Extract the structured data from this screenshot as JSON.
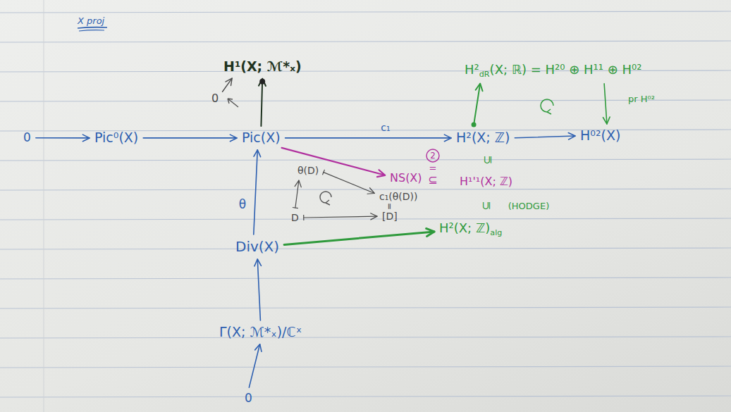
{
  "diagram": {
    "title": "X proj",
    "nodes": [
      {
        "text": [
          "H¹(X; ℳ*ₓ)"
        ]
      },
      {
        "text": [
          "0"
        ]
      },
      {
        "text": [
          "H²",
          "dR",
          "(X; ℝ) = H²⁰ ⊕ H¹¹ ⊕ H⁰²"
        ]
      },
      {
        "text": [
          "0"
        ]
      },
      {
        "text": [
          "Pic⁰(X)"
        ]
      },
      {
        "text": [
          "Pic(X)"
        ]
      },
      {
        "text": [
          "H²(X; ℤ)"
        ]
      },
      {
        "text": [
          "H⁰²(X)"
        ]
      },
      {
        "text": [
          "NS(X)"
        ]
      },
      {
        "text": [
          "H¹'¹(X; ℤ)"
        ]
      },
      {
        "text": [
          "θ(D)"
        ]
      },
      {
        "text": [
          "c₁(θ(D))"
        ]
      },
      {
        "text": [
          "[D]"
        ]
      },
      {
        "text": [
          "D"
        ]
      },
      {
        "text": [
          "Div(X)"
        ]
      },
      {
        "text": [
          "H²(X; ℤ)",
          "alg"
        ]
      },
      {
        "text": [
          "Γ(X; ℳ*ₓ)/ℂˣ"
        ]
      },
      {
        "text": [
          "0"
        ]
      }
    ],
    "edges": [
      {
        "from": 3,
        "to": 4,
        "arrow": "to"
      },
      {
        "from": 4,
        "to": 5,
        "arrow": "to"
      },
      {
        "from": 5,
        "to": 6,
        "label": "c₁",
        "arrow": "to"
      },
      {
        "from": 6,
        "to": 7,
        "arrow": "to"
      },
      {
        "from": 5,
        "to": 0,
        "arrow": "to"
      },
      {
        "from": 1,
        "to": 0,
        "arrow": "to"
      },
      {
        "from": 6,
        "to": 2,
        "arrow": "to"
      },
      {
        "from": 2,
        "to": 7,
        "label": "pr H⁰²",
        "arrow": "to"
      },
      {
        "from": 5,
        "to": 8,
        "arrow": "to"
      },
      {
        "from": 10,
        "to": 11,
        "arrow": "to"
      },
      {
        "from": 13,
        "to": 12,
        "arrow": "to"
      },
      {
        "from": 13,
        "to": 10,
        "arrow": "to"
      },
      {
        "from": 14,
        "to": 5,
        "label": "θ",
        "arrow": "to"
      },
      {
        "from": 14,
        "to": 15,
        "arrow": "to"
      },
      {
        "from": 16,
        "to": 14,
        "arrow": "to"
      },
      {
        "from": 17,
        "to": 16,
        "arrow": "to"
      }
    ],
    "labels": [
      "2",
      "=",
      "⊆",
      "⊆",
      "⊆",
      "(HODGE)",
      "="
    ]
  }
}
